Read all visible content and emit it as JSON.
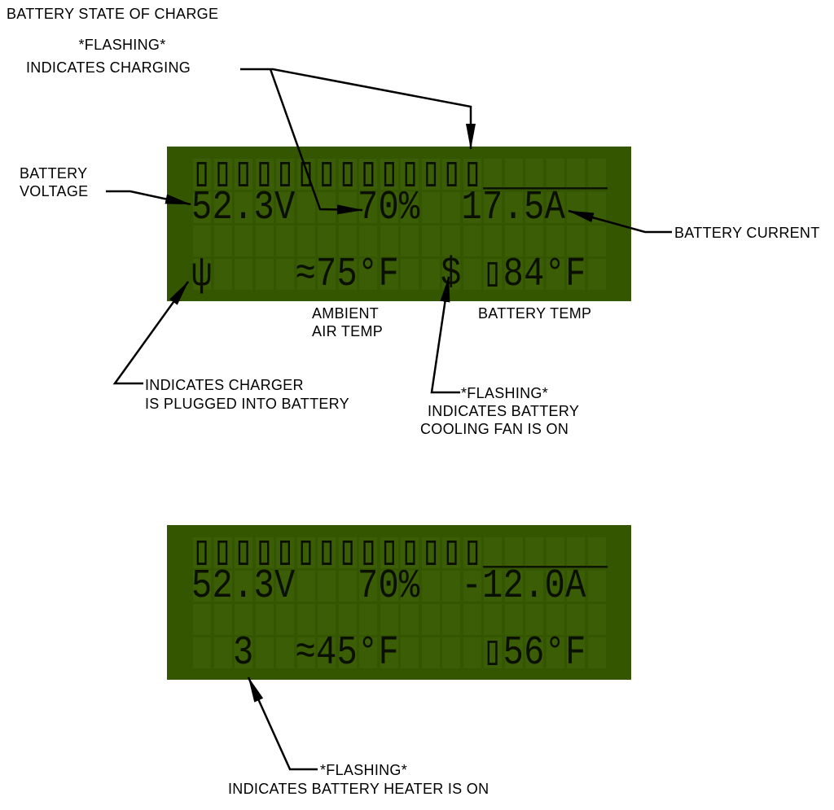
{
  "title": "BATTERY STATE OF CHARGE",
  "annotations": {
    "charging_flag": "*FLASHING*",
    "charging_text": "INDICATES CHARGING",
    "voltage_1": "BATTERY",
    "voltage_2": "VOLTAGE",
    "current": "BATTERY CURRENT",
    "ambient_1": "AMBIENT",
    "ambient_2": "AIR TEMP",
    "battery_temp": "BATTERY TEMP",
    "charger_1": "INDICATES CHARGER",
    "charger_2": "IS PLUGGED INTO BATTERY",
    "fan_flag": "*FLASHING*",
    "fan_1": "INDICATES BATTERY",
    "fan_2": "COOLING FAN IS ON",
    "heater_flag": "*FLASHING*",
    "heater_text": "INDICATES BATTERY HEATER IS ON"
  },
  "glyph_legend": {
    "▯": "battery-cell",
    "ψ": "charger-plug",
    "≈": "ambient-air",
    "$": "cooling-fan",
    "3": "heater"
  },
  "displays": [
    {
      "name": "charging-display",
      "rows": [
        "▯▯▯▯▯▯▯▯▯▯▯▯▯▯______",
        "52.3V   70%  17.5A  ",
        "                    ",
        "ψ    ≈75°F  $ ▯84°F "
      ]
    },
    {
      "name": "heating-display",
      "rows": [
        "▯▯▯▯▯▯▯▯▯▯▯▯▯▯______",
        "52.3V   70%  -12.0A ",
        "                    ",
        "  3  ≈45°F    ▯56°F "
      ]
    }
  ],
  "colors": {
    "lcd_bg": "#345600",
    "lcd_cell": "#3a5d06",
    "lcd_ink": "#0a0f00"
  }
}
